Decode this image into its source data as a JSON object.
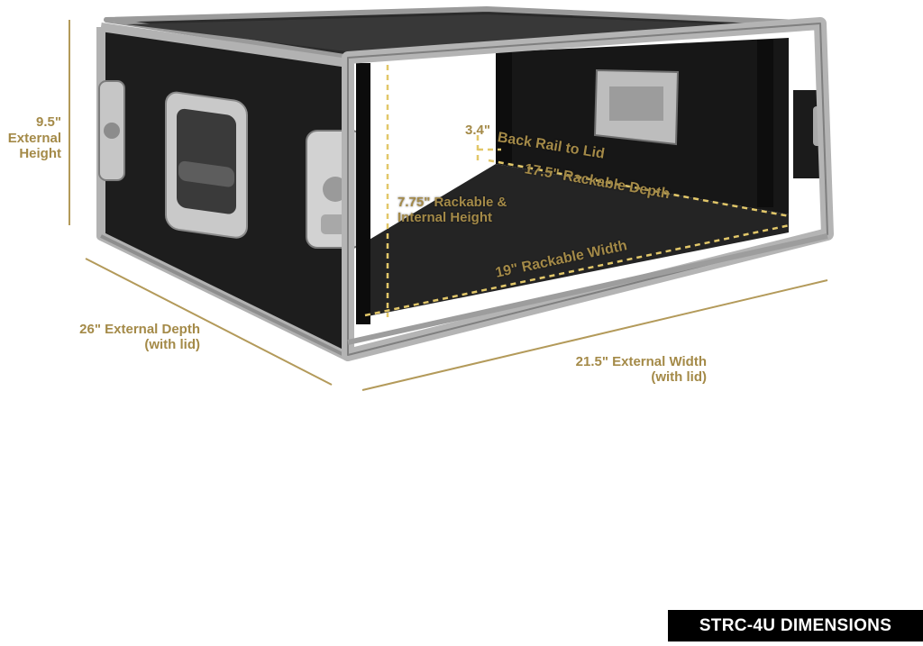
{
  "colors": {
    "accent": "#b39a5a",
    "case_body": "#1c1c1c",
    "aluminum": "#b8b8b8",
    "badge_bg": "#000000",
    "badge_text": "#ffffff"
  },
  "labels": {
    "ext_height_value": "9.5\"",
    "ext_height_line1": "External",
    "ext_height_line2": "Height",
    "ext_depth_line1": "26\" External Depth",
    "ext_depth_line2": "(with lid)",
    "ext_width_line1": "21.5\" External Width",
    "ext_width_line2": "(with lid)",
    "back_rail_value": "3.4\"",
    "back_rail_text": "Back Rail to Lid",
    "rack_depth": "17.5\" Rackable Depth",
    "internal_height_line1": "7.75\" Rackable &",
    "internal_height_line2": "Internal Height",
    "rack_width": "19\" Rackable Width"
  },
  "title": "STRC-4U DIMENSIONS"
}
